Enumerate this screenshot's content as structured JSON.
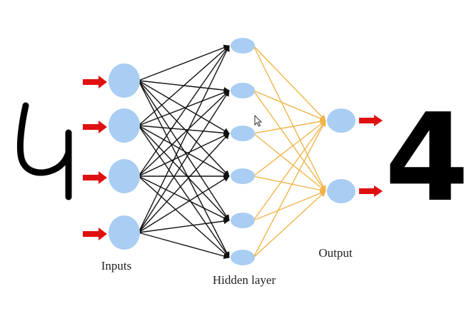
{
  "labels": {
    "inputs": "Inputs",
    "hidden": "Hidden layer",
    "output": "Output"
  },
  "input_digit": "4",
  "output_digit": "4",
  "layers": {
    "input_count": 4,
    "hidden_count": 6,
    "output_count": 2
  },
  "colors": {
    "node_fill": "#a9cdf3",
    "input_arrow": "#e01010",
    "input_hidden_edges": "#111111",
    "hidden_output_edges": "#f0b54a",
    "output_arrow": "#e01010",
    "background": "#ffffff"
  },
  "icons": {
    "cursor": "mouse-pointer-icon"
  }
}
